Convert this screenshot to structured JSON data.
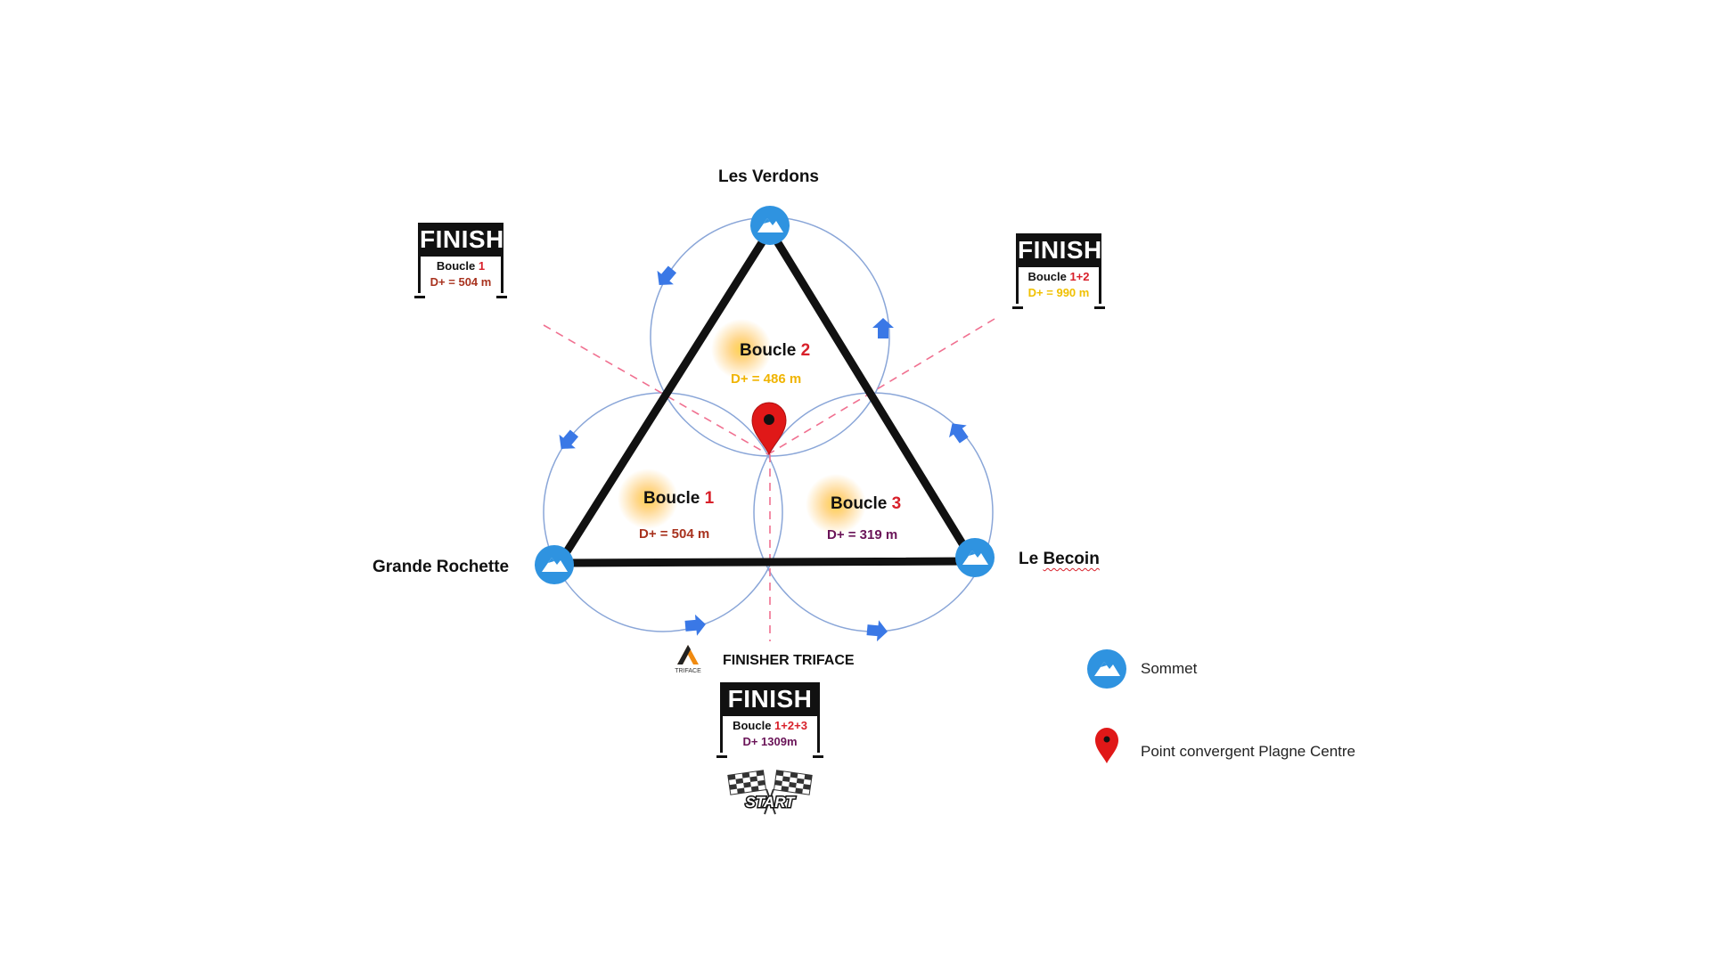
{
  "summits": {
    "top": "Les Verdons",
    "left": "Grande Rochette",
    "right_prefix": "Le ",
    "right_main": "Becoin"
  },
  "loops": [
    {
      "word": "Boucle",
      "number": "1",
      "dplus": "D+ = 504 m"
    },
    {
      "word": "Boucle",
      "number": "2",
      "dplus": "D+ = 486 m"
    },
    {
      "word": "Boucle",
      "number": "3",
      "dplus": "D+ = 319 m"
    }
  ],
  "finish_signs": [
    {
      "banner": "FINISH",
      "word": "Boucle",
      "loops": "1",
      "dplus": "D+ = 504 m"
    },
    {
      "banner": "FINISH",
      "word": "Boucle",
      "loops": "1+2",
      "dplus": "D+ = 990 m"
    },
    {
      "banner": "FINISH",
      "word": "Boucle",
      "loops": "1+2+3",
      "dplus": "D+ 1309m"
    }
  ],
  "finisher": {
    "label": "FINISHER TRIFACE",
    "logo_text": "TRIFACE"
  },
  "start_label": "START",
  "legend": {
    "summit": "Sommet",
    "pin": "Point convergent Plagne Centre"
  },
  "colors": {
    "summit_blue": "#2f93e0",
    "arrow_blue": "#3a78e6",
    "circle_stroke": "#8aa6d8",
    "dash_pink": "#f07090",
    "pin_red": "#e01818",
    "loop_number_red": "#d8202a"
  },
  "icons": {
    "summit": "mountain-summit-icon",
    "pin": "map-pin-icon",
    "direction": "arrow-icon",
    "start": "checkered-flags-icon"
  }
}
